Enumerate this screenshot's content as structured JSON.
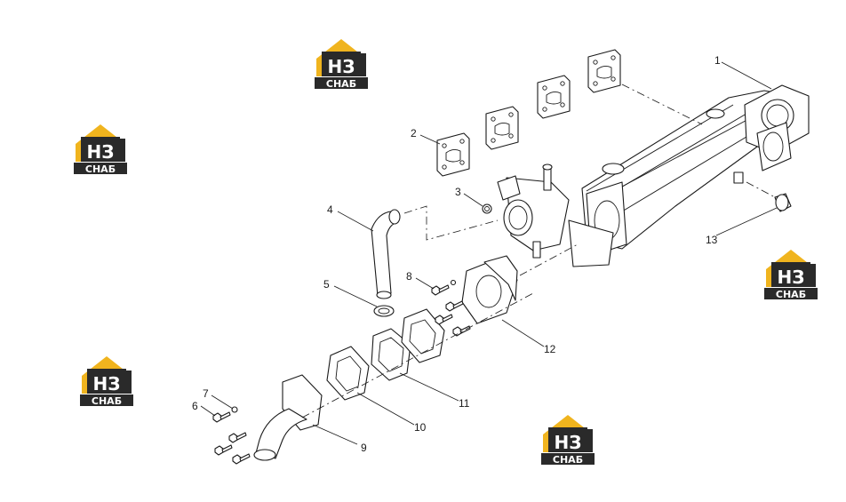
{
  "watermark": {
    "letters": "НЗ",
    "banner": "СНАБ",
    "colors": {
      "roof": "#f0b41e",
      "dark": "#2a2a2a",
      "letters": "#ffffff",
      "accent": "#f0b41e"
    }
  },
  "callouts": [
    {
      "id": "1",
      "label": "1"
    },
    {
      "id": "2",
      "label": "2"
    },
    {
      "id": "3",
      "label": "3"
    },
    {
      "id": "4",
      "label": "4"
    },
    {
      "id": "5",
      "label": "5"
    },
    {
      "id": "6",
      "label": "6"
    },
    {
      "id": "7",
      "label": "7"
    },
    {
      "id": "8",
      "label": "8"
    },
    {
      "id": "9",
      "label": "9"
    },
    {
      "id": "10",
      "label": "10"
    },
    {
      "id": "11",
      "label": "11"
    },
    {
      "id": "12",
      "label": "12"
    },
    {
      "id": "13",
      "label": "13"
    }
  ]
}
